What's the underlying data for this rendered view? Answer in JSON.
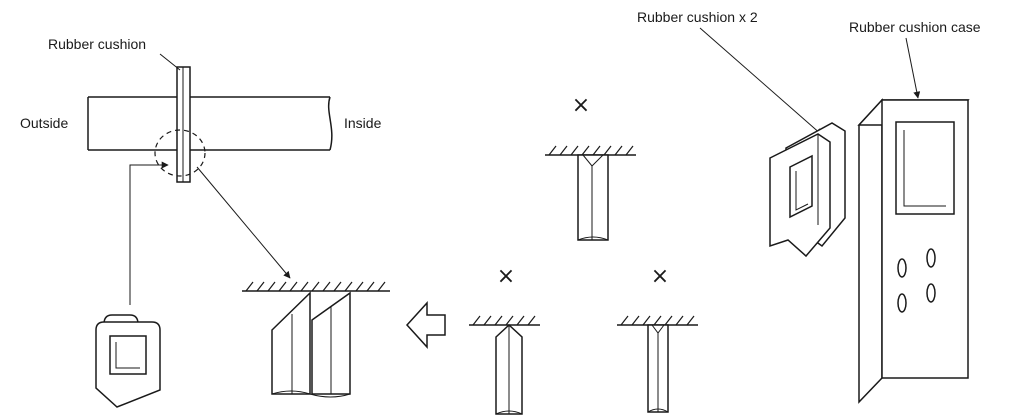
{
  "labels": {
    "rubber_cushion": "Rubber cushion",
    "outside": "Outside",
    "inside": "Inside",
    "rubber_cushion_x2": "Rubber cushion x 2",
    "rubber_cushion_case": "Rubber cushion case"
  },
  "marks": {
    "incorrect": "×"
  },
  "icons": {
    "pointer": "outline-arrow-icon"
  }
}
